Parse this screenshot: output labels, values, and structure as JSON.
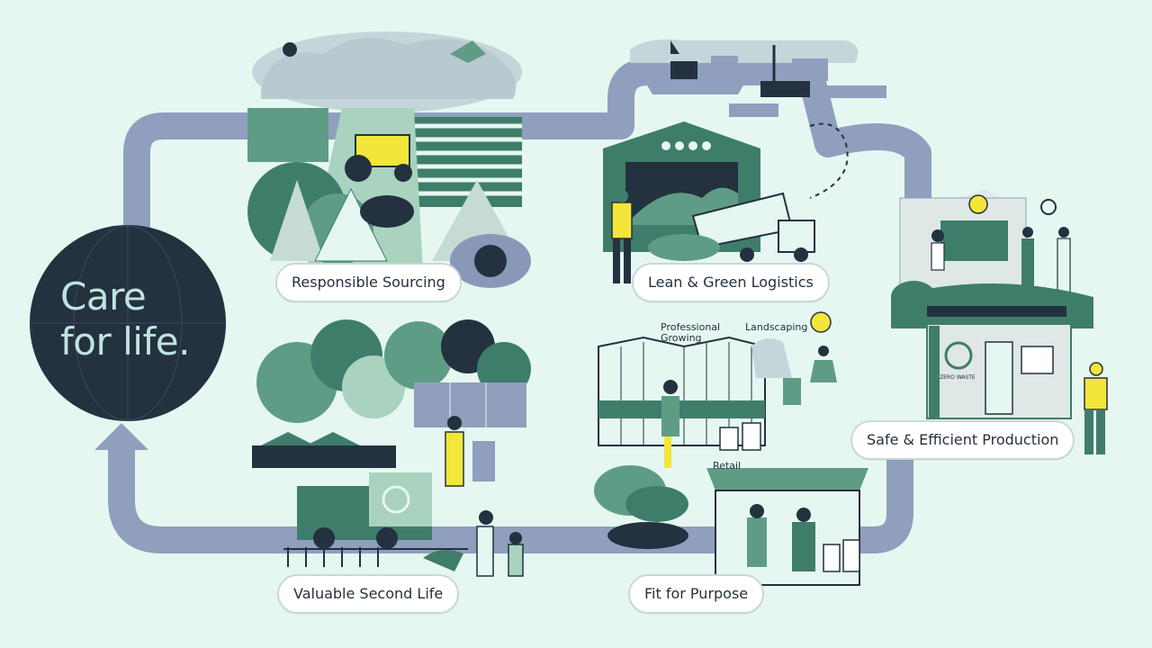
{
  "headline": {
    "line1": "Care",
    "line2": "for life."
  },
  "stages": {
    "responsible_sourcing": "Responsible Sourcing",
    "lean_green_logistics": "Lean & Green Logistics",
    "safe_efficient_production": "Safe & Efficient Production",
    "fit_for_purpose": "Fit for Purpose",
    "valuable_second_life": "Valuable Second Life"
  },
  "markets": {
    "professional_growing_1": "Professional",
    "professional_growing_2": "Growing",
    "landscaping": "Landscaping",
    "retail": "Retail"
  },
  "signage": {
    "zero_waste": "ZERO WASTE"
  },
  "colors": {
    "background": "#e6f7f1",
    "loop": "#8f9fbd",
    "dark_navy": "#24313f",
    "green_dark": "#3f7d6b",
    "green_mid": "#5f9c86",
    "green_light": "#a9d2bf",
    "accent_yellow": "#f2e63a"
  }
}
